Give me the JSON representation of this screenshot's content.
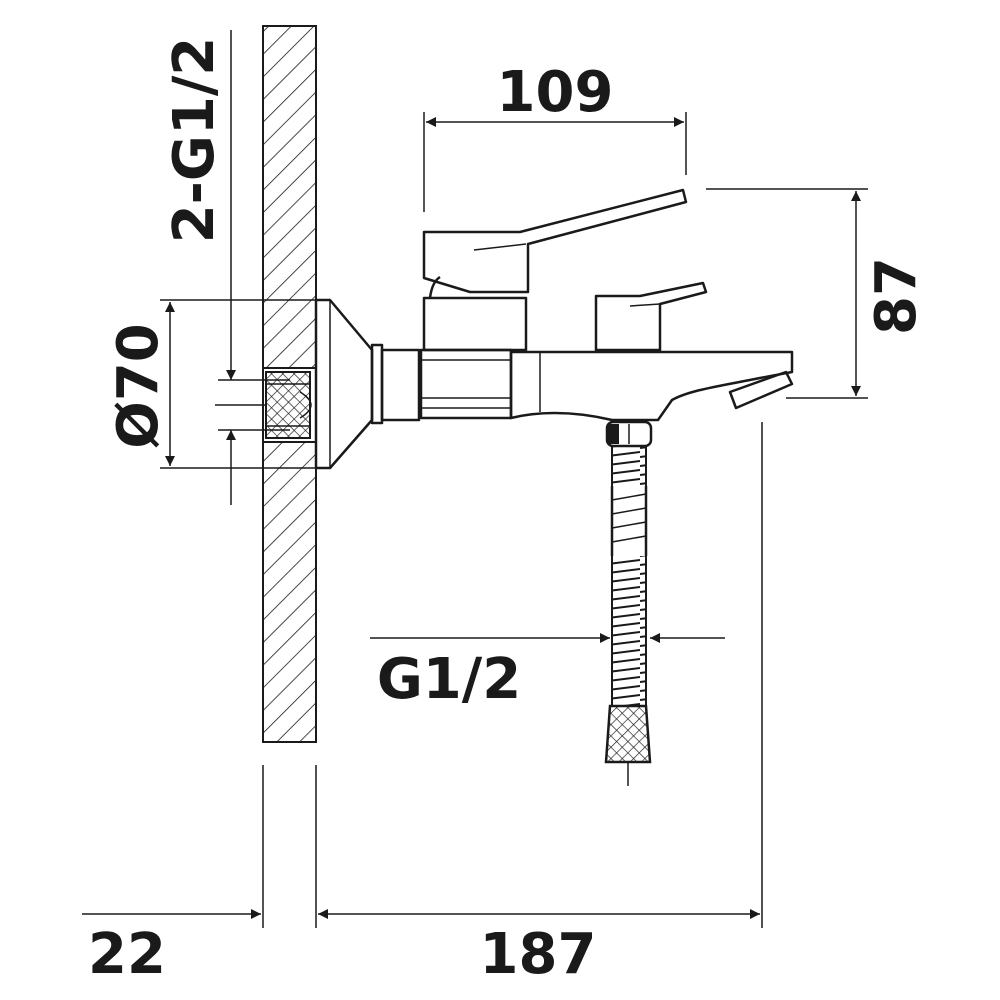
{
  "dimensions": {
    "spout_width": "109",
    "height": "87",
    "thread_inlet": "2-G1/2",
    "flange_diameter": "Ø70",
    "hose_thread": "G1/2",
    "wall_offset": "22",
    "projection": "187"
  }
}
